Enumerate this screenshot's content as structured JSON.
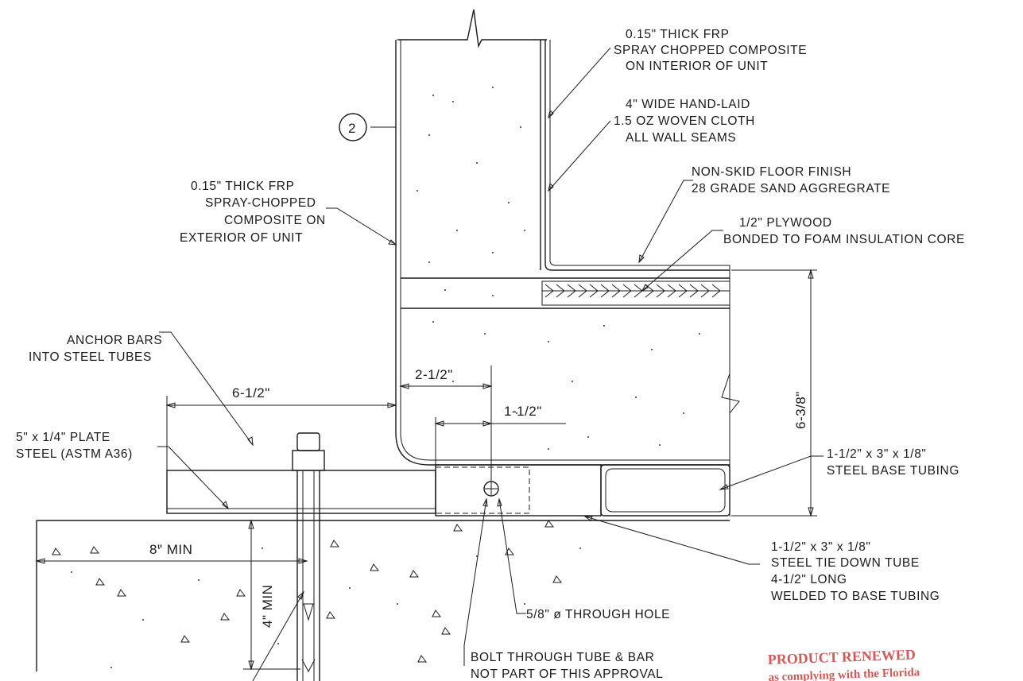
{
  "drawing": {
    "callouts": {
      "frp_interior": [
        "0.15\" THICK FRP",
        "SPRAY CHOPPED COMPOSITE",
        "ON INTERIOR OF UNIT"
      ],
      "hand_laid": [
        "4\" WIDE HAND-LAID",
        "1.5 OZ WOVEN CLOTH",
        "ALL WALL SEAMS"
      ],
      "non_skid": [
        "NON-SKID FLOOR FINISH",
        "28 GRADE SAND AGGREGRATE"
      ],
      "plywood": [
        "1/2\" PLYWOOD",
        "BONDED TO FOAM INSULATION CORE"
      ],
      "frp_exterior": [
        "0.15\" THICK FRP",
        "SPRAY-CHOPPED",
        "COMPOSITE ON",
        "EXTERIOR OF UNIT"
      ],
      "anchor_bars": [
        "ANCHOR BARS",
        "INTO STEEL TUBES"
      ],
      "plate_steel": [
        "5\" x 1/4\" PLATE",
        "STEEL (ASTM A36)"
      ],
      "base_tubing": [
        "1-1/2\" x 3\" x 1/8\"",
        "STEEL BASE TUBING"
      ],
      "tie_down": [
        "1-1/2\" x 3\" x 1/8\"",
        "STEEL TIE DOWN TUBE",
        "4-1/2\" LONG",
        "WELDED TO BASE TUBING"
      ],
      "through_hole": "5/8\" ø THROUGH HOLE",
      "bolt": [
        "BOLT THROUGH TUBE & BAR",
        "NOT PART OF THIS APPROVAL"
      ]
    },
    "dimensions": {
      "d_6_1_2": "6-1/2\"",
      "d_2_1_2": "2-1/2\"",
      "d_1_1_2": "1-1/2\"",
      "d_6_3_8": "6-3/8\"",
      "d_8_min": "8\" MIN",
      "d_4_min": "4\" MIN"
    },
    "detail_tag": "2",
    "stamp": [
      "PRODUCT RENEWED",
      "as complying with the Florida"
    ],
    "colors": {
      "line": "#1a1a1a",
      "stamp": "#d05a5a",
      "background": "#ffffff"
    }
  }
}
